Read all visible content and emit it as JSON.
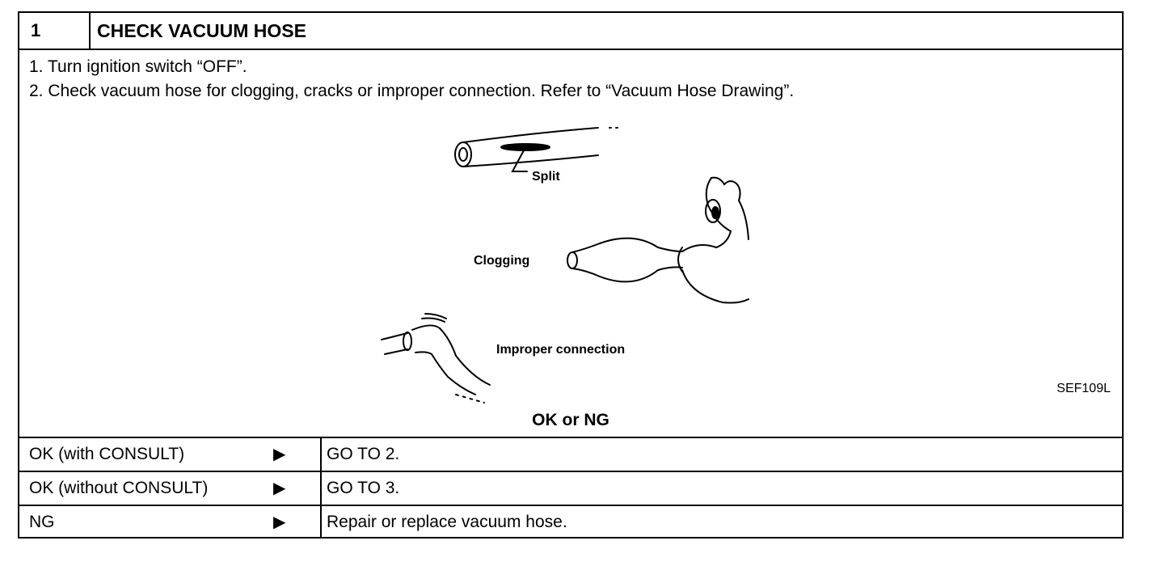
{
  "header": {
    "number": "1",
    "title": "CHECK VACUUM HOSE"
  },
  "steps": [
    "1.  Turn ignition switch “OFF”.",
    "2.  Check vacuum hose for clogging, cracks or improper connection. Refer to “Vacuum Hose Drawing”."
  ],
  "figure": {
    "labels": {
      "split": "Split",
      "clogging": "Clogging",
      "improper": "Improper connection"
    },
    "code": "SEF109L"
  },
  "result_heading": "OK or NG",
  "results": [
    {
      "condition": "OK (with CONSULT)",
      "arrow": "▶",
      "action": "GO TO 2."
    },
    {
      "condition": "OK (without CONSULT)",
      "arrow": "▶",
      "action": "GO TO 3."
    },
    {
      "condition": "NG",
      "arrow": "▶",
      "action": "Repair or replace vacuum hose."
    }
  ]
}
